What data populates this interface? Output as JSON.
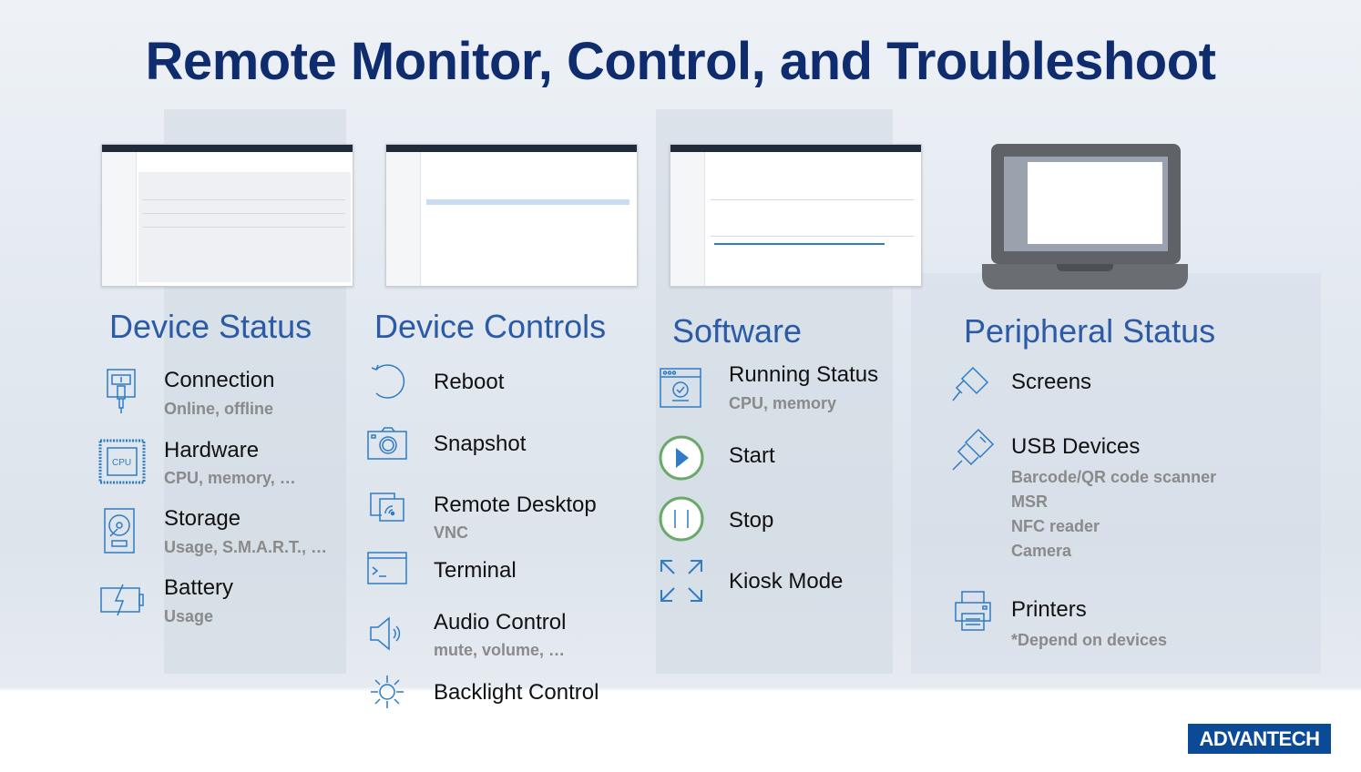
{
  "title": "Remote Monitor, Control, and Troubleshoot",
  "sections": {
    "device_status": {
      "heading": "Device Status",
      "items": [
        {
          "label": "Connection",
          "sub": "Online, offline",
          "icon": "ethernet-icon"
        },
        {
          "label": "Hardware",
          "sub": "CPU, memory, …",
          "icon": "cpu-icon"
        },
        {
          "label": "Storage",
          "sub": "Usage, S.M.A.R.T., …",
          "icon": "hard-drive-icon"
        },
        {
          "label": "Battery",
          "sub": "Usage",
          "icon": "battery-icon"
        }
      ]
    },
    "device_controls": {
      "heading": "Device Controls",
      "items": [
        {
          "label": "Reboot",
          "icon": "reboot-icon"
        },
        {
          "label": "Snapshot",
          "icon": "camera-icon"
        },
        {
          "label": "Remote Desktop",
          "sub": "VNC",
          "icon": "remote-desktop-icon"
        },
        {
          "label": "Terminal",
          "icon": "terminal-icon"
        },
        {
          "label": "Audio Control",
          "sub": "mute, volume, …",
          "icon": "speaker-icon"
        },
        {
          "label": "Backlight Control",
          "icon": "sun-icon"
        }
      ]
    },
    "software": {
      "heading": "Software",
      "items": [
        {
          "label": "Running Status",
          "sub": "CPU, memory",
          "icon": "monitor-window-icon"
        },
        {
          "label": "Start",
          "icon": "play-icon"
        },
        {
          "label": "Stop",
          "icon": "stop-icon"
        },
        {
          "label": "Kiosk Mode",
          "icon": "expand-icon"
        }
      ]
    },
    "peripheral_status": {
      "heading": "Peripheral Status",
      "items": [
        {
          "label": "Screens",
          "icon": "hdmi-icon"
        },
        {
          "label": "USB Devices",
          "subs": [
            "Barcode/QR code scanner",
            "MSR",
            "NFC reader",
            "Camera"
          ],
          "icon": "usb-icon"
        },
        {
          "label": "Printers",
          "sub": "*Depend on devices",
          "icon": "printer-icon"
        }
      ]
    }
  },
  "logo": "ADVANTECH",
  "colors": {
    "title": "#0f2d6e",
    "heading": "#2b5aa6",
    "icon": "#2f7bc4",
    "sub": "#8a8a8a"
  }
}
